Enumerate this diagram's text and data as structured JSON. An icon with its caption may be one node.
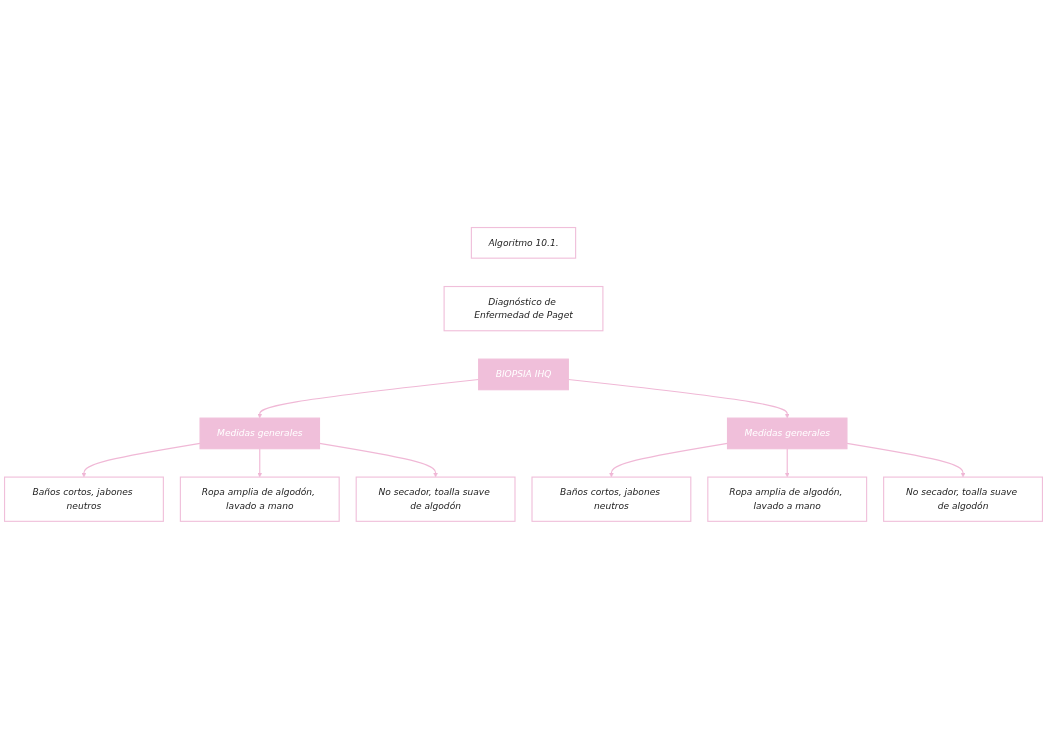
{
  "diagram": {
    "nodes": [
      {
        "text": [
          "Algoritmo 10.1."
        ]
      },
      {
        "text": [
          "Diagnóstico de Enfermedad de Paget"
        ]
      },
      {
        "text": [
          "BIOPSIA IHQ"
        ]
      },
      {
        "text": [
          "Medidas generales"
        ]
      },
      {
        "text": [
          "Baños cortos, jabones neutros"
        ]
      },
      {
        "text": [
          "Ropa amplia de algodón, lavado a mano"
        ]
      },
      {
        "text": [
          "No secador, toalla suave de algodón"
        ]
      },
      {
        "text": [
          "Medidas generales"
        ]
      },
      {
        "text": [
          "Baños cortos, jabones neutros"
        ]
      },
      {
        "text": [
          "Ropa amplia de algodón, lavado a mano"
        ]
      },
      {
        "text": [
          "No secador, toalla suave de algodón"
        ]
      }
    ],
    "edges": [
      {
        "from": 2,
        "to": 3,
        "arrow": "to"
      },
      {
        "from": 3,
        "to": 4,
        "arrow": "to"
      },
      {
        "from": 3,
        "to": 5,
        "arrow": "to"
      },
      {
        "from": 3,
        "to": 6,
        "arrow": "to"
      },
      {
        "from": 2,
        "to": 7,
        "arrow": "to"
      },
      {
        "from": 7,
        "to": 8,
        "arrow": "to"
      },
      {
        "from": 7,
        "to": 9,
        "arrow": "to"
      },
      {
        "from": 7,
        "to": 10,
        "arrow": "to"
      }
    ]
  }
}
